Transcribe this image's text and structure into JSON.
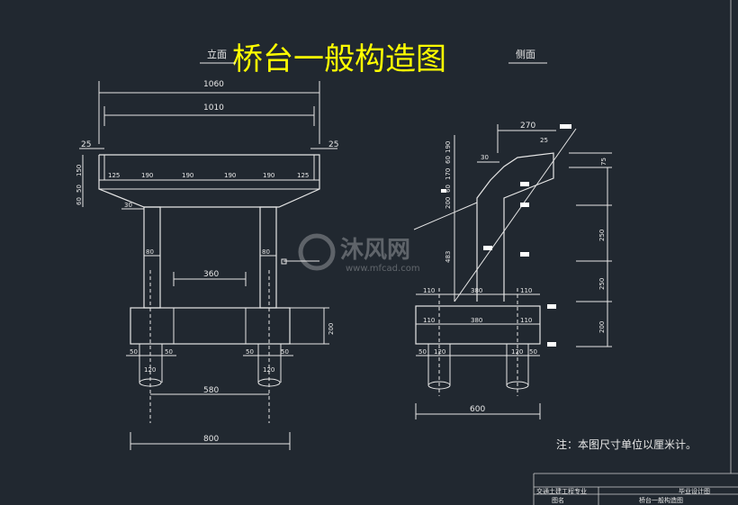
{
  "title": "桥台一般构造图",
  "views": {
    "front": "立面",
    "side": "侧面"
  },
  "front_dims": {
    "top_overall": "1060",
    "top_inner": "1010",
    "edge_left": "25",
    "edge_right": "25",
    "cap_segments": [
      "125",
      "190",
      "190",
      "190",
      "190",
      "125"
    ],
    "cap_height_150": "150",
    "cap_50": "50",
    "cap_60": "60",
    "chamfer": "30",
    "pier_width_left": "80",
    "pier_width_right": "80",
    "pier_spacing": "360",
    "footing_height": "200",
    "pile_offset_l1": "50",
    "pile_offset_l2": "50",
    "pile_offset_r1": "50",
    "pile_offset_r2": "50",
    "pile_dia_left": "120",
    "pile_dia_right": "120",
    "pile_spacing": "580",
    "footing_width": "800"
  },
  "side_dims": {
    "top_width": "270",
    "top_25": "25",
    "step_30": "30",
    "right_75": "75",
    "left_stack": [
      "190",
      "60",
      "170",
      "60",
      "200"
    ],
    "left_483": "483",
    "right_250a": "250",
    "right_250b": "250",
    "right_200": "200",
    "back_110": "110",
    "wall_380": "380",
    "front_110": "110",
    "back_110b": "110",
    "wall_380b": "380",
    "front_110b": "110",
    "pile_50l": "50",
    "pile_120l": "120",
    "pile_120r": "120",
    "pile_50r": "50",
    "footing_600": "600"
  },
  "note": "注：本图尺寸单位以厘米计。",
  "title_block": {
    "major": "交通土建工程专业",
    "design": "毕业设计图",
    "name_label": "图名",
    "name_value": "桥台一般构造图"
  },
  "watermark": {
    "brand": "沐风网",
    "url": "www.mfcad.com"
  },
  "colors": {
    "background": "#212830",
    "title": "#ffff00",
    "lines": "#e6e6e6"
  }
}
